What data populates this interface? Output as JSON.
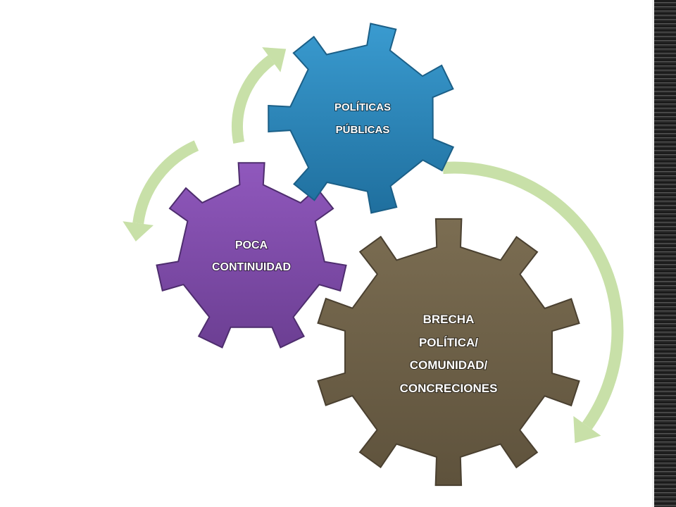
{
  "gears": {
    "politicas": {
      "lines": [
        "POLÍTICAS",
        "PÚBLICAS"
      ],
      "color": "#2f86b7"
    },
    "poca": {
      "lines": [
        "POCA",
        "CONTINUIDAD"
      ],
      "color": "#7f4fa6"
    },
    "brecha": {
      "lines": [
        "BRECHA",
        "POLÍTICA/",
        "COMUNIDAD/",
        "CONCRECIONES"
      ],
      "color": "#6e6148"
    }
  },
  "arrow_color": "#c8e0a8"
}
